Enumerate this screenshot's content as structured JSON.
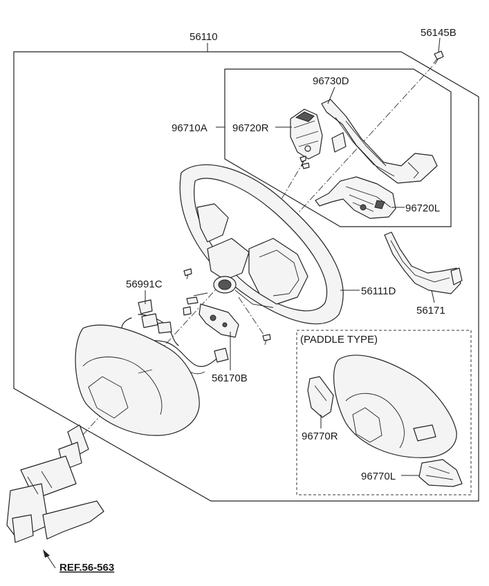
{
  "labels": {
    "assembly": "56110",
    "bolt": "56145B",
    "bezel": "96730D",
    "extension_wire": "96710A",
    "switch_r": "96720R",
    "switch_l": "96720L",
    "wheel": "56111D",
    "bracket": "56171",
    "harness": "56991C",
    "damper": "56170B",
    "paddle_type": "(PADDLE TYPE)",
    "paddle_r": "96770R",
    "paddle_l": "96770L",
    "reference": "REF.56-563"
  }
}
